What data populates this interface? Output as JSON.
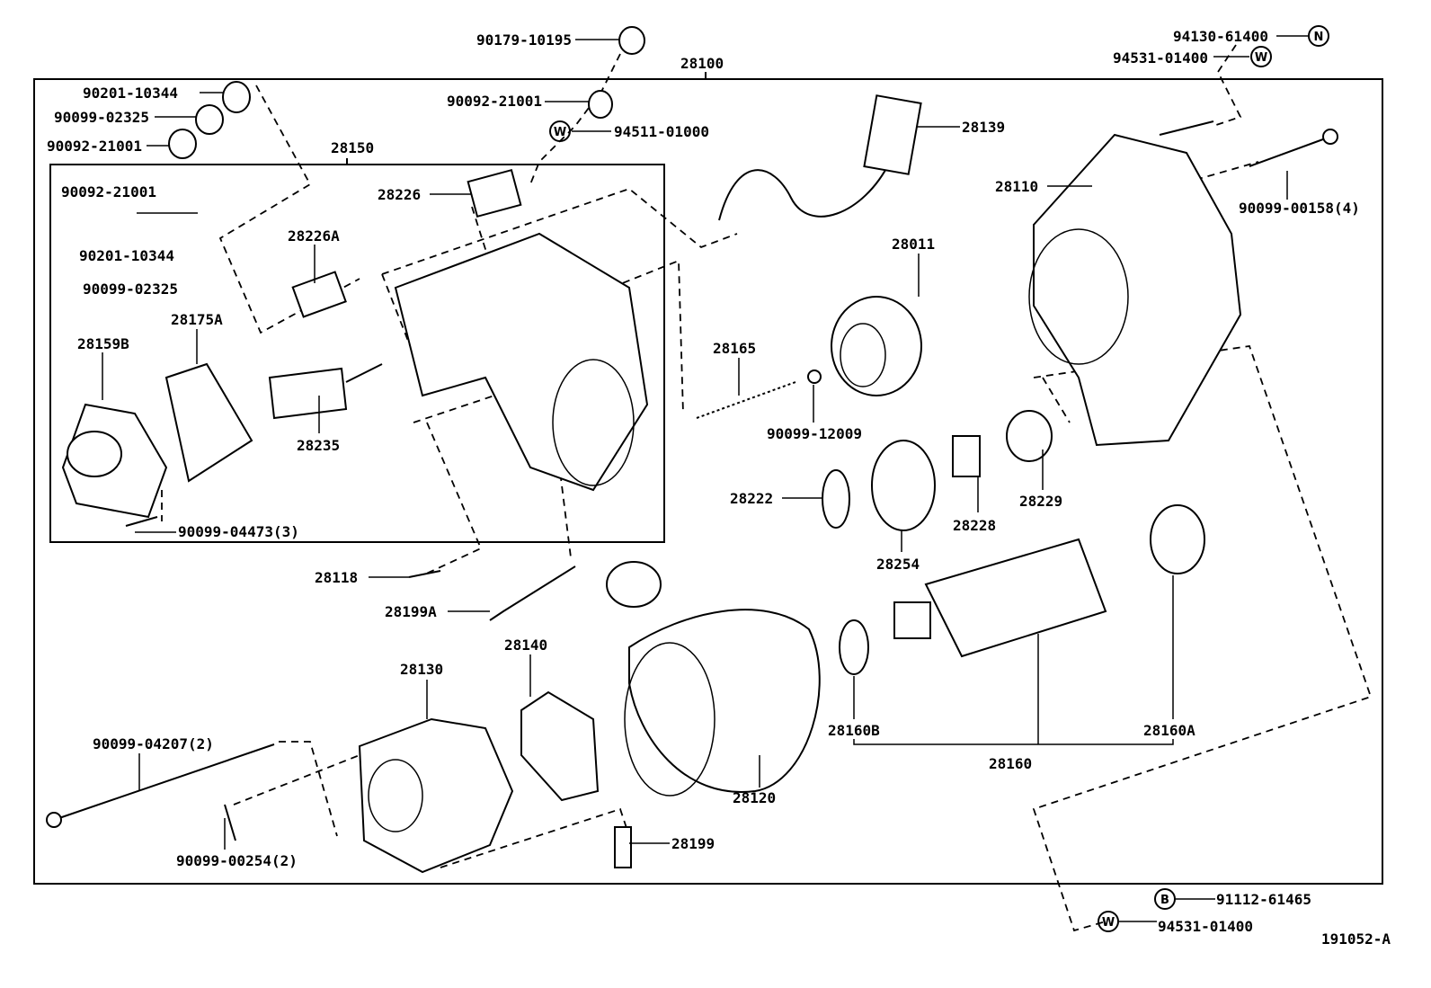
{
  "diagram_id": "191052-A",
  "assembly_number": "28100",
  "labels": [
    "90179-10195",
    "28100",
    "94130-61400",
    "94531-01400",
    "90201-10344",
    "90099-02325",
    "90092-21001",
    "90092-21001",
    "94511-01000",
    "28139",
    "28150",
    "28110",
    "90099-00158(4)",
    "90092-21001",
    "28226",
    "28226A",
    "28011",
    "90201-10344",
    "90099-02325",
    "28159B",
    "28175A",
    "28165",
    "28235",
    "90099-12009",
    "28222",
    "28229",
    "28228",
    "90099-04473(3)",
    "28254",
    "28118",
    "28199A",
    "28140",
    "28130",
    "28160B",
    "28160A",
    "90099-04207(2)",
    "28160",
    "28120",
    "28199",
    "90099-00254(2)",
    "91112-61465",
    "94531-01400",
    "191052-A"
  ],
  "fastener_symbols": [
    {
      "letter": "N",
      "label": "94130-61400"
    },
    {
      "letter": "W",
      "label": "94531-01400"
    },
    {
      "letter": "W",
      "label": "94511-01000"
    },
    {
      "letter": "B",
      "label": "91112-61465"
    },
    {
      "letter": "W",
      "label": "94531-01400"
    }
  ]
}
